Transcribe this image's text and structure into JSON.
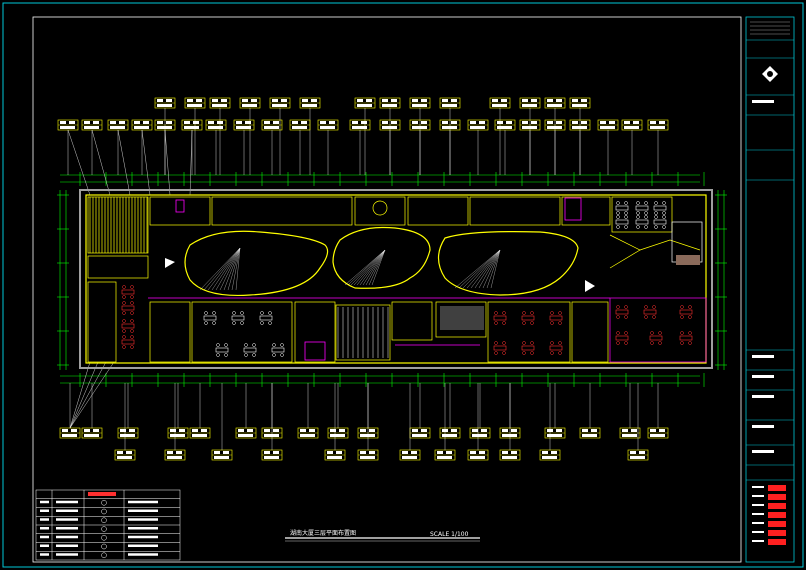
{
  "drawing": {
    "title": "湖南大厦三层平面布置图",
    "scale": "SCALE 1/100"
  },
  "colors": {
    "background": "#000000",
    "frame": "#00c8d8",
    "wall": "#ffff00",
    "dimension": "#00ff00",
    "furniture": "#ff00ff",
    "seating": "#ff3030",
    "annotation": "#ffffff",
    "inner_frame": "#ffffff"
  },
  "title_block": {
    "logo_icon": "company-logo-icon",
    "stamp_icon": "red-stamp-icon"
  },
  "legend": {
    "rows": 8
  }
}
